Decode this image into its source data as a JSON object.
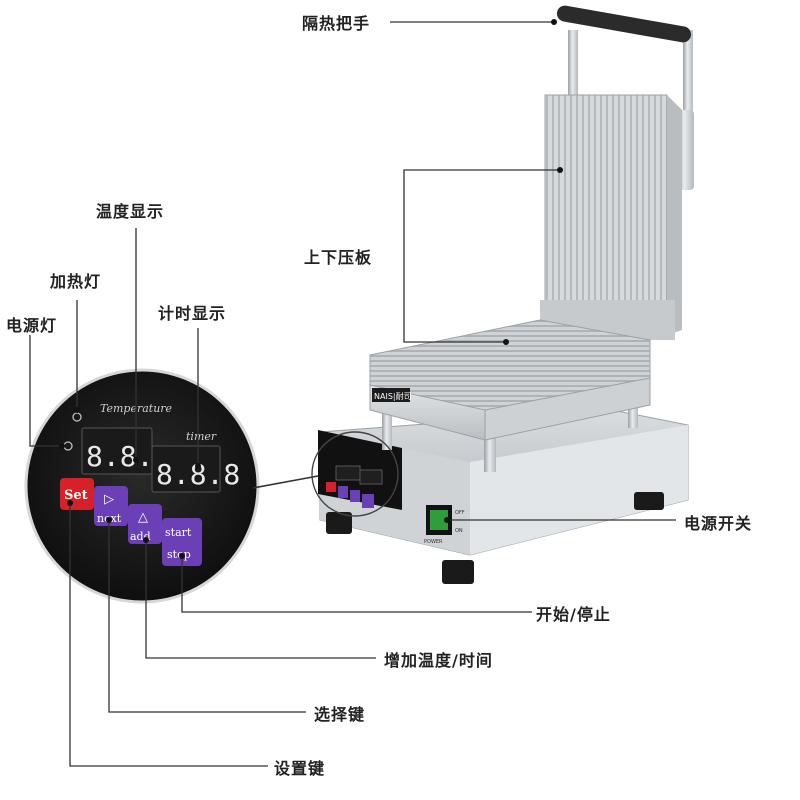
{
  "callouts": {
    "handle": "隔热把手",
    "plates": "上下压板",
    "temp_display": "温度显示",
    "heat_light": "加热灯",
    "power_light": "电源灯",
    "timer_display": "计时显示",
    "power_switch": "电源开关",
    "start_stop": "开始/停止",
    "increase": "增加温度/时间",
    "select": "选择键",
    "set": "设置键"
  },
  "panel": {
    "temperature_caption": "Temperature",
    "timer_caption": "timer",
    "temp_digits": "8.8.8",
    "timer_digits": "8.8.8",
    "set_label": "Set",
    "select_label": "next",
    "add_label": "add",
    "start_label": "start",
    "stop_label": "stop"
  },
  "machine": {
    "brand": "NAIS|耐司",
    "switch_on": "ON",
    "switch_off": "OFF",
    "switch_caption": "POWER"
  },
  "colors": {
    "set_button": "#d8202a",
    "function_button": "#6b3fb5",
    "display_red": "#ff2a2a",
    "panel_black": "#111111",
    "leader_line": "#333333"
  }
}
